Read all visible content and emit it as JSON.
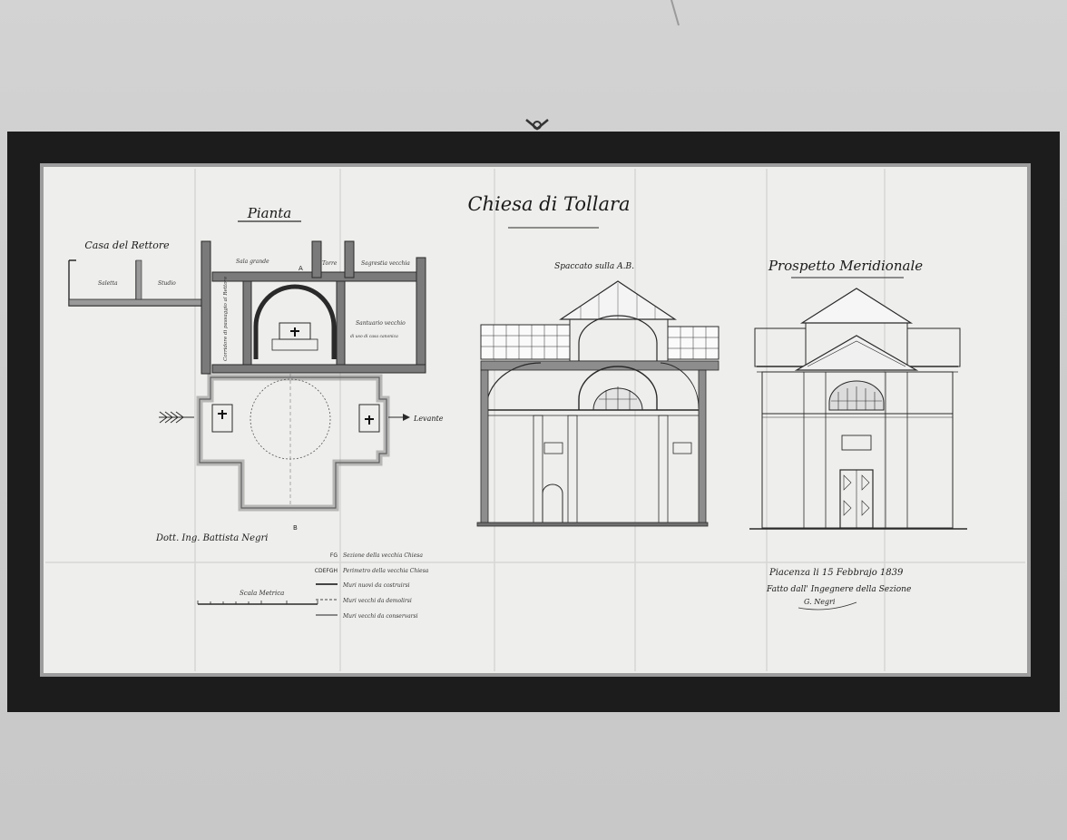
{
  "drawing": {
    "title": "Chiesa di Tollara",
    "plan": {
      "heading": "Pianta",
      "neighbour": "Casa del Rettore",
      "room_saletta": "Saletta",
      "room_studio": "Studio",
      "room_sala": "Sala grande",
      "room_torre": "Torre",
      "room_sagrestia": "Sagrestia vecchia",
      "room_corridor": "Corridore di passaggio al Rettore",
      "room_santuario": "Santuario vecchio",
      "room_santuario_note": "di uso di casa canonica",
      "label_a": "A",
      "label_b": "B",
      "east": "Levante"
    },
    "section": {
      "heading": "Spaccato sulla A.B."
    },
    "elevation": {
      "heading": "Prospetto Meridionale"
    },
    "legend": {
      "row1_code": "FG",
      "row1_text": "Sezione della vecchia Chiesa",
      "row2_code": "CDEFGH",
      "row2_text": "Perimetro della vecchia Chiesa",
      "row3_text": "Muri nuovi da costruirsi",
      "row4_text": "Muri vecchi da demolirsi",
      "row5_text": "Muri vecchi da conservarsi"
    },
    "scale_label": "Scala Metrica",
    "author_signature": "Dott. Ing. Battista Negri",
    "date_line": "Piacenza li 15 Febbrajo 1839",
    "made_by_line": "Fatto dall' Ingegnere della Sezione",
    "engineer_signature": "G. Negri"
  },
  "colors": {
    "wall": "#cbcbcb",
    "frame": "#1c1c1c",
    "paper": "#eeeeec",
    "ink": "#2a2a2a"
  }
}
